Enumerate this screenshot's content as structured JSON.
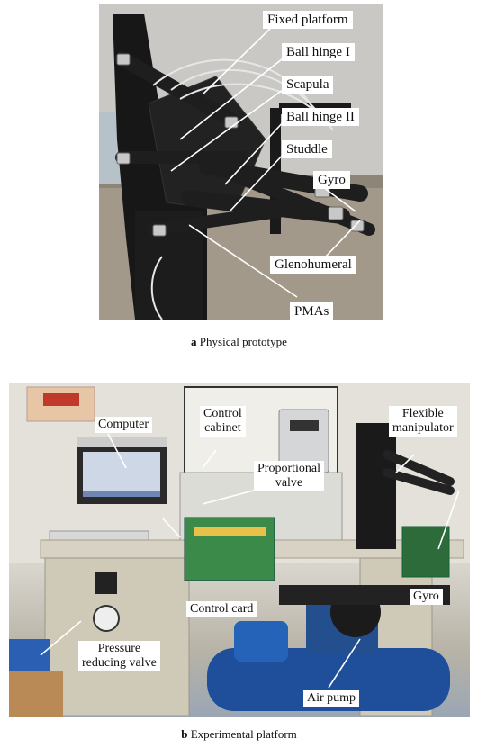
{
  "figure_a": {
    "caption_letter": "a",
    "caption_text": "Physical prototype",
    "labels": [
      "Fixed platform",
      "Ball hinge I",
      "Scapula",
      "Ball hinge II",
      "Studdle",
      "Gyro",
      "Glenohumeral",
      "PMAs"
    ]
  },
  "figure_b": {
    "caption_letter": "b",
    "caption_text": "Experimental platform",
    "labels": {
      "computer": "Computer",
      "control_cabinet": "Control\ncabinet",
      "flexible_manipulator": "Flexible\nmanipulator",
      "proportional_valve": "Proportional\nvalve",
      "gyro": "Gyro",
      "control_card": "Control card",
      "pressure_valve": "Pressure\nreducing valve",
      "air_pump": "Air pump"
    }
  },
  "colors": {
    "frame": "#161616",
    "muscle": "#222222",
    "wall": "#dcd9d2",
    "pump": "#1f4f9a"
  }
}
